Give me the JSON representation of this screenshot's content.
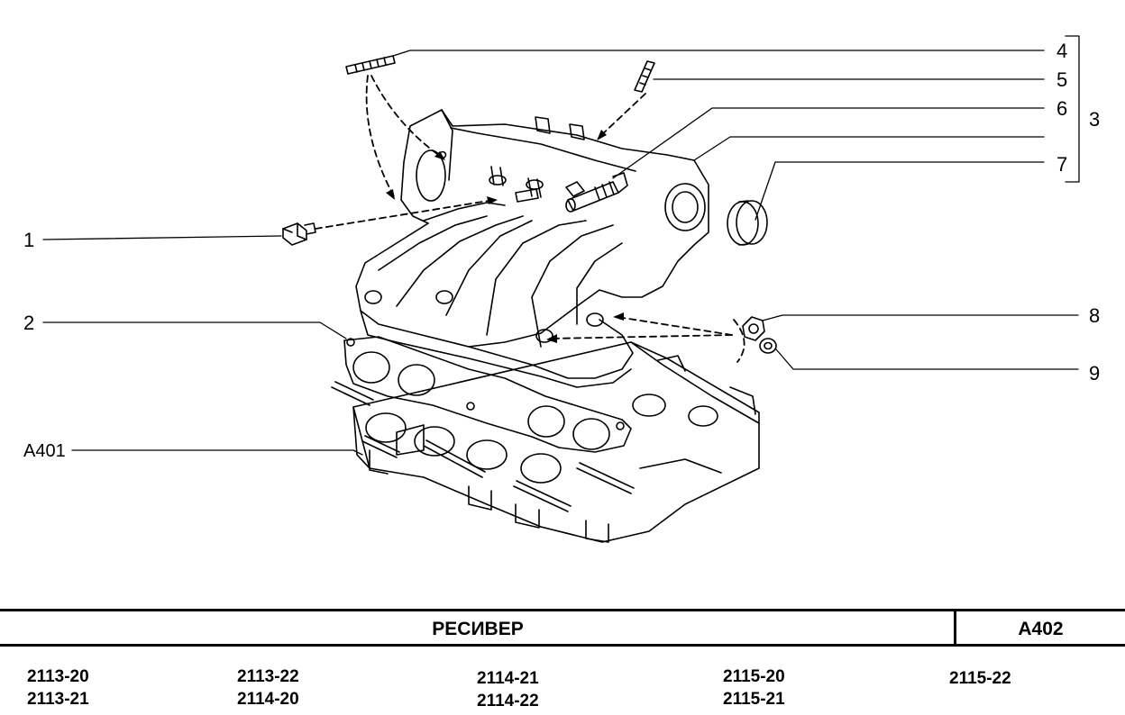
{
  "callouts": {
    "c1": "1",
    "c2": "2",
    "c3": "3",
    "c4": "4",
    "c5": "5",
    "c6": "6",
    "c7": "7",
    "c8": "8",
    "c9": "9",
    "a401": "A401"
  },
  "title_block": {
    "title": "РЕСИВЕР",
    "code": "A402"
  },
  "models": [
    [
      "2113-20",
      "2113-21"
    ],
    [
      "2113-22",
      "2114-20"
    ],
    [
      "2114-21",
      "2114-22"
    ],
    [
      "2115-20",
      "2115-21"
    ],
    [
      "2115-22"
    ]
  ]
}
